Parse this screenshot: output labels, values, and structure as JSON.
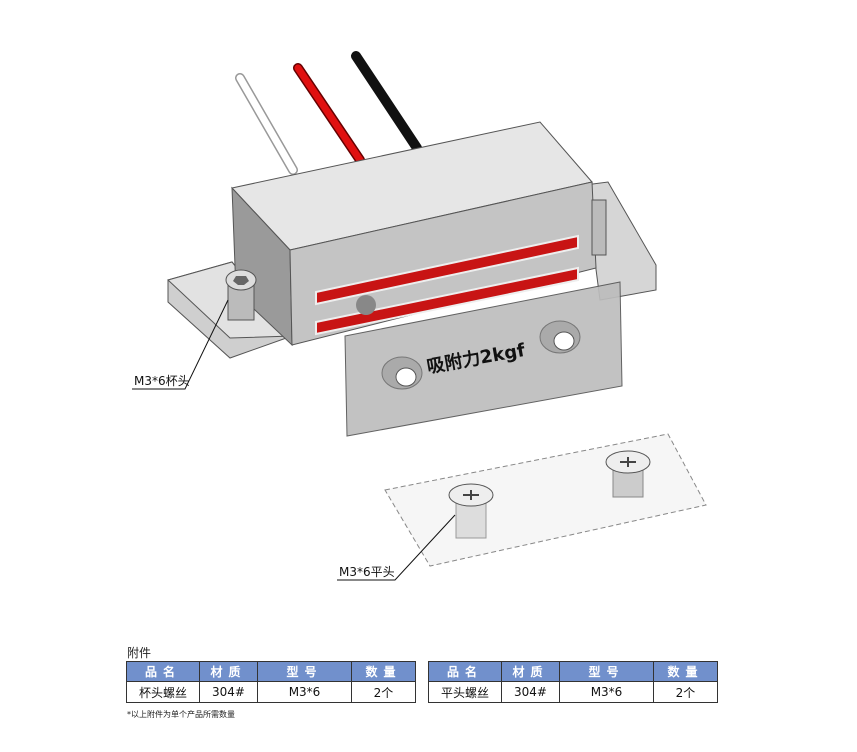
{
  "drawing": {
    "force_label": "吸附力2kgf",
    "callouts": [
      "M3*6杯头",
      "M3*6平头"
    ],
    "wire_colors": [
      "#ffffff",
      "#e01010",
      "#111111"
    ],
    "strip_color": "#c81414"
  },
  "accessories": {
    "title": "附件",
    "headers": [
      "品名",
      "材质",
      "型号",
      "数量"
    ],
    "tables": [
      {
        "row": [
          "杯头螺丝",
          "304#",
          "M3*6",
          "2个"
        ]
      },
      {
        "row": [
          "平头螺丝",
          "304#",
          "M3*6",
          "2个"
        ]
      }
    ],
    "note": "*以上附件为单个产品所需数量",
    "header_color": "#7190cc"
  }
}
